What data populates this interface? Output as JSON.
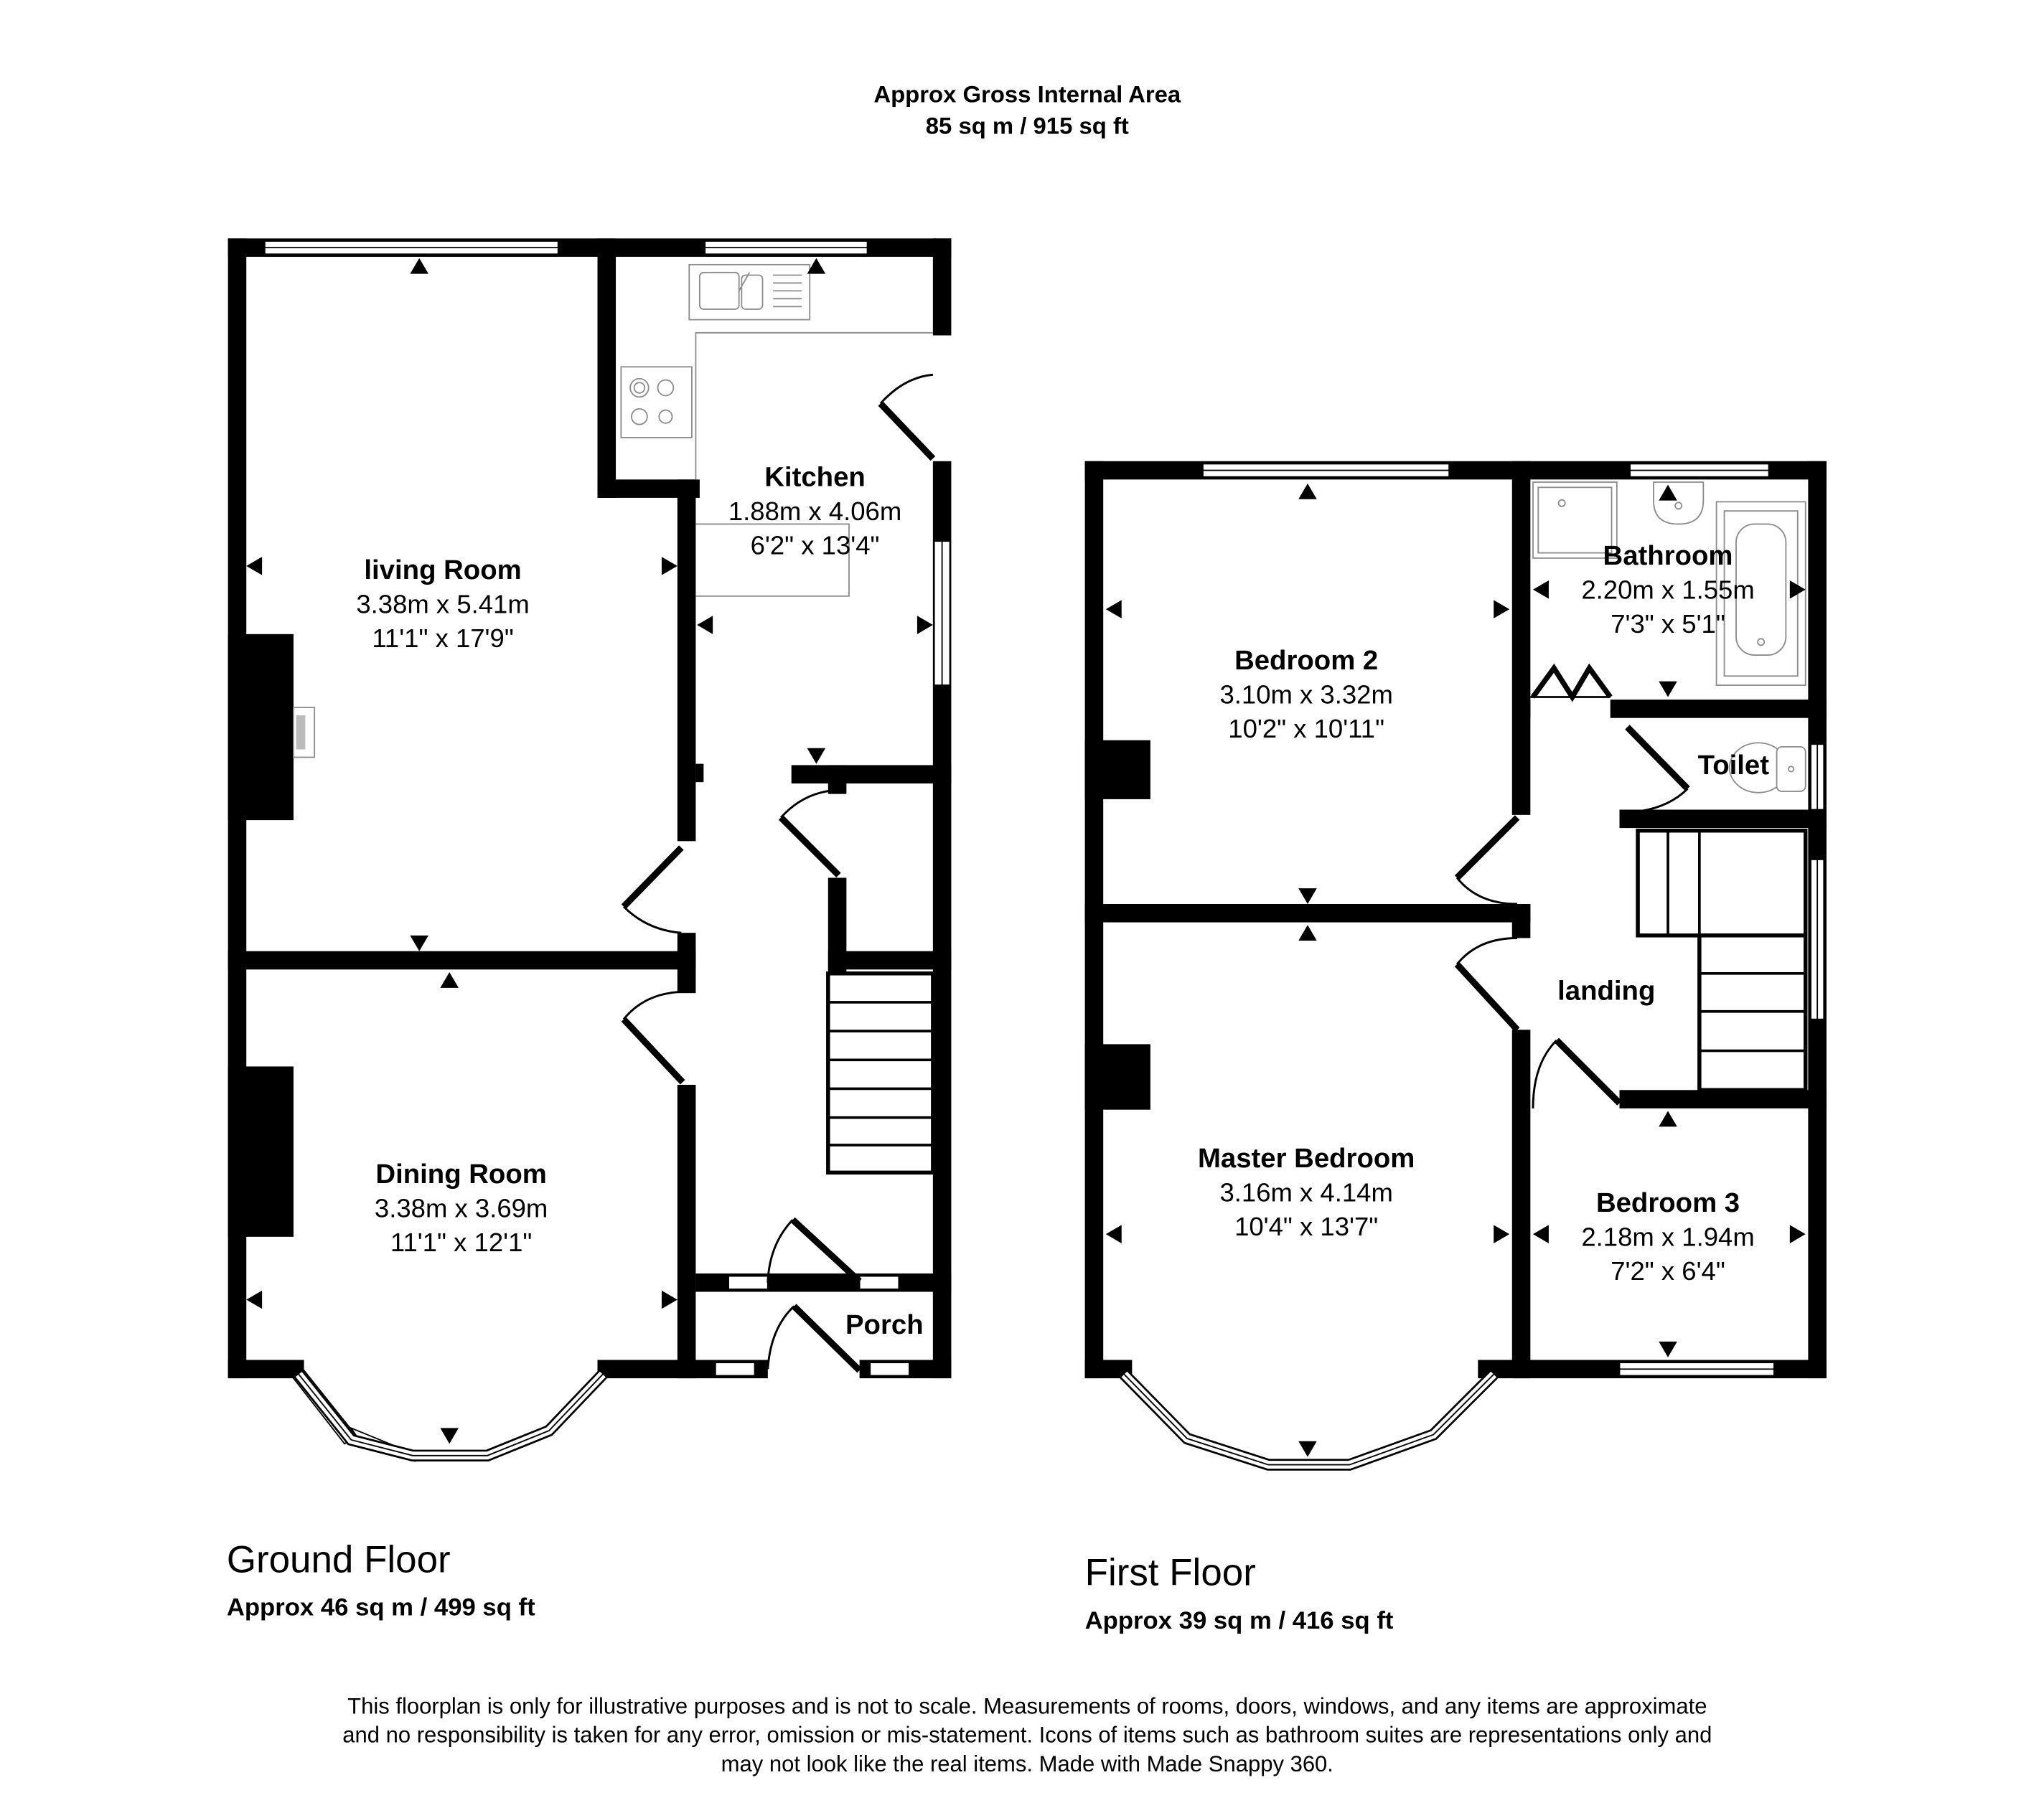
{
  "header": {
    "title": "Approx Gross Internal Area",
    "total_area": "85 sq m / 915 sq ft"
  },
  "ground_floor": {
    "title": "Ground Floor",
    "area": "Approx 46 sq m / 499 sq ft",
    "rooms": [
      {
        "name": "living Room",
        "metric": "3.38m x 5.41m",
        "imperial": "11'1\" x 17'9\""
      },
      {
        "name": "Kitchen",
        "metric": "1.88m x 4.06m",
        "imperial": "6'2\" x 13'4\""
      },
      {
        "name": "Dining Room",
        "metric": "3.38m x 3.69m",
        "imperial": "11'1\" x 12'1\""
      },
      {
        "name": "Porch"
      }
    ]
  },
  "first_floor": {
    "title": "First Floor",
    "area": "Approx 39 sq m / 416 sq ft",
    "rooms": [
      {
        "name": "Bedroom 2",
        "metric": "3.10m x 3.32m",
        "imperial": "10'2\" x 10'11\""
      },
      {
        "name": "Bathroom",
        "metric": "2.20m x 1.55m",
        "imperial": "7'3\" x 5'1\""
      },
      {
        "name": "Toilet"
      },
      {
        "name": "landing"
      },
      {
        "name": "Master Bedroom",
        "metric": "3.16m x 4.14m",
        "imperial": "10'4\" x 13'7\""
      },
      {
        "name": "Bedroom 3",
        "metric": "2.18m x 1.94m",
        "imperial": "7'2\" x 6'4\""
      }
    ]
  },
  "disclaimer": {
    "line1": "This floorplan is only for illustrative purposes and is not to scale. Measurements of rooms, doors, windows, and any items are approximate",
    "line2": "and no responsibility is taken for any error, omission or mis-statement. Icons of items such as bathroom suites are representations only and",
    "line3": "may not look like the real items. Made with Made Snappy 360."
  },
  "colors": {
    "wall": "#000000",
    "background": "#ffffff",
    "fixture_outline": "#8c8c8c"
  }
}
